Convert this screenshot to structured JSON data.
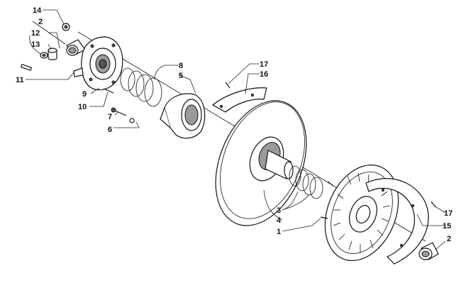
{
  "callouts": [
    {
      "id": "c14",
      "text": "14"
    },
    {
      "id": "c2a",
      "text": "2"
    },
    {
      "id": "c12",
      "text": "12"
    },
    {
      "id": "c13",
      "text": "13"
    },
    {
      "id": "c11",
      "text": "11"
    },
    {
      "id": "c9",
      "text": "9"
    },
    {
      "id": "c10",
      "text": "10"
    },
    {
      "id": "c8",
      "text": "8"
    },
    {
      "id": "c5",
      "text": "5"
    },
    {
      "id": "c7",
      "text": "7"
    },
    {
      "id": "c6",
      "text": "6"
    },
    {
      "id": "c17a",
      "text": "17"
    },
    {
      "id": "c16",
      "text": "16"
    },
    {
      "id": "c3",
      "text": "3"
    },
    {
      "id": "c4",
      "text": "4"
    },
    {
      "id": "c1",
      "text": "1"
    },
    {
      "id": "c17b",
      "text": "17"
    },
    {
      "id": "c15",
      "text": "15"
    },
    {
      "id": "c2b",
      "text": "2"
    }
  ]
}
